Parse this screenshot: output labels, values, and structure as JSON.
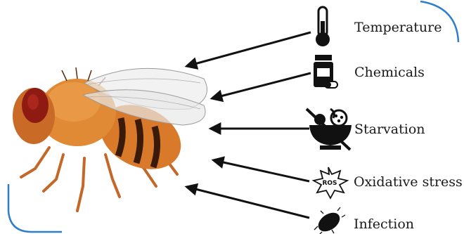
{
  "factors": [
    {
      "label": "Temperature",
      "icon": "thermometer-icon"
    },
    {
      "label": "Chemicals",
      "icon": "pill-bottle-icon"
    },
    {
      "label": "Starvation",
      "icon": "no-food-icon"
    },
    {
      "label": "Oxidative stress",
      "icon": "ros-burst-icon"
    },
    {
      "label": "Infection",
      "icon": "microbe-icon"
    }
  ],
  "ros_icon_text": "ROS",
  "colors": {
    "frame": "#2f7fc8",
    "arrow": "#111111",
    "fly_body": "#d97a2b",
    "fly_eye": "#8e1a12",
    "fly_stripes": "#3a1a08"
  }
}
